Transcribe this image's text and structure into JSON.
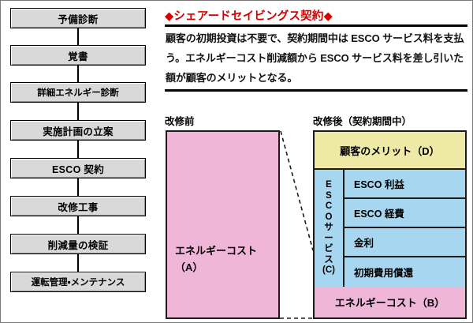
{
  "flowchart": {
    "steps": [
      {
        "label": "予備診断"
      },
      {
        "label": "覚書"
      },
      {
        "label": "詳細エネルギー診断"
      },
      {
        "label": "実施計画の立案"
      },
      {
        "label": "ESCO 契約"
      },
      {
        "label": "改修工事"
      },
      {
        "label": "削減量の検証"
      },
      {
        "label": "運転管理・メンテナンス"
      }
    ]
  },
  "panel": {
    "heading": "◆シェアードセイビングス契約◆",
    "heading_color": "#d60000",
    "body": "顧客の初期投資は不要で、契約期間中は ESCO サービス料を支払う。エネルギーコスト削減額から ESCO サービス料を差し引いた額が顧客のメリットとなる。"
  },
  "diagram": {
    "before": {
      "label": "改修前",
      "box_text": "エネルギーコスト\n（A）",
      "box_line1": "エネルギーコスト",
      "box_line2": "（A）",
      "color": "#f0b6d8"
    },
    "after": {
      "label": "改修後（契約期間中）",
      "segments": [
        {
          "name": "merit",
          "label": "顧客のメリット（D）",
          "color": "#eeeaa6"
        },
        {
          "name": "esco-service",
          "label": "ESCOサービス(C)",
          "color": "#a7d7f0"
        },
        {
          "name": "energy-cost",
          "label": "エネルギーコスト（B）",
          "color": "#f0b6d8"
        }
      ],
      "service_vertical_label": [
        "E",
        "S",
        "C",
        "O",
        "サ",
        "ー",
        "ビ",
        "ス",
        "(C)"
      ],
      "service_items": [
        {
          "label": "ESCO 利益"
        },
        {
          "label": "ESCO 経費"
        },
        {
          "label": "金利"
        },
        {
          "label": "初期費用償還"
        }
      ]
    }
  }
}
